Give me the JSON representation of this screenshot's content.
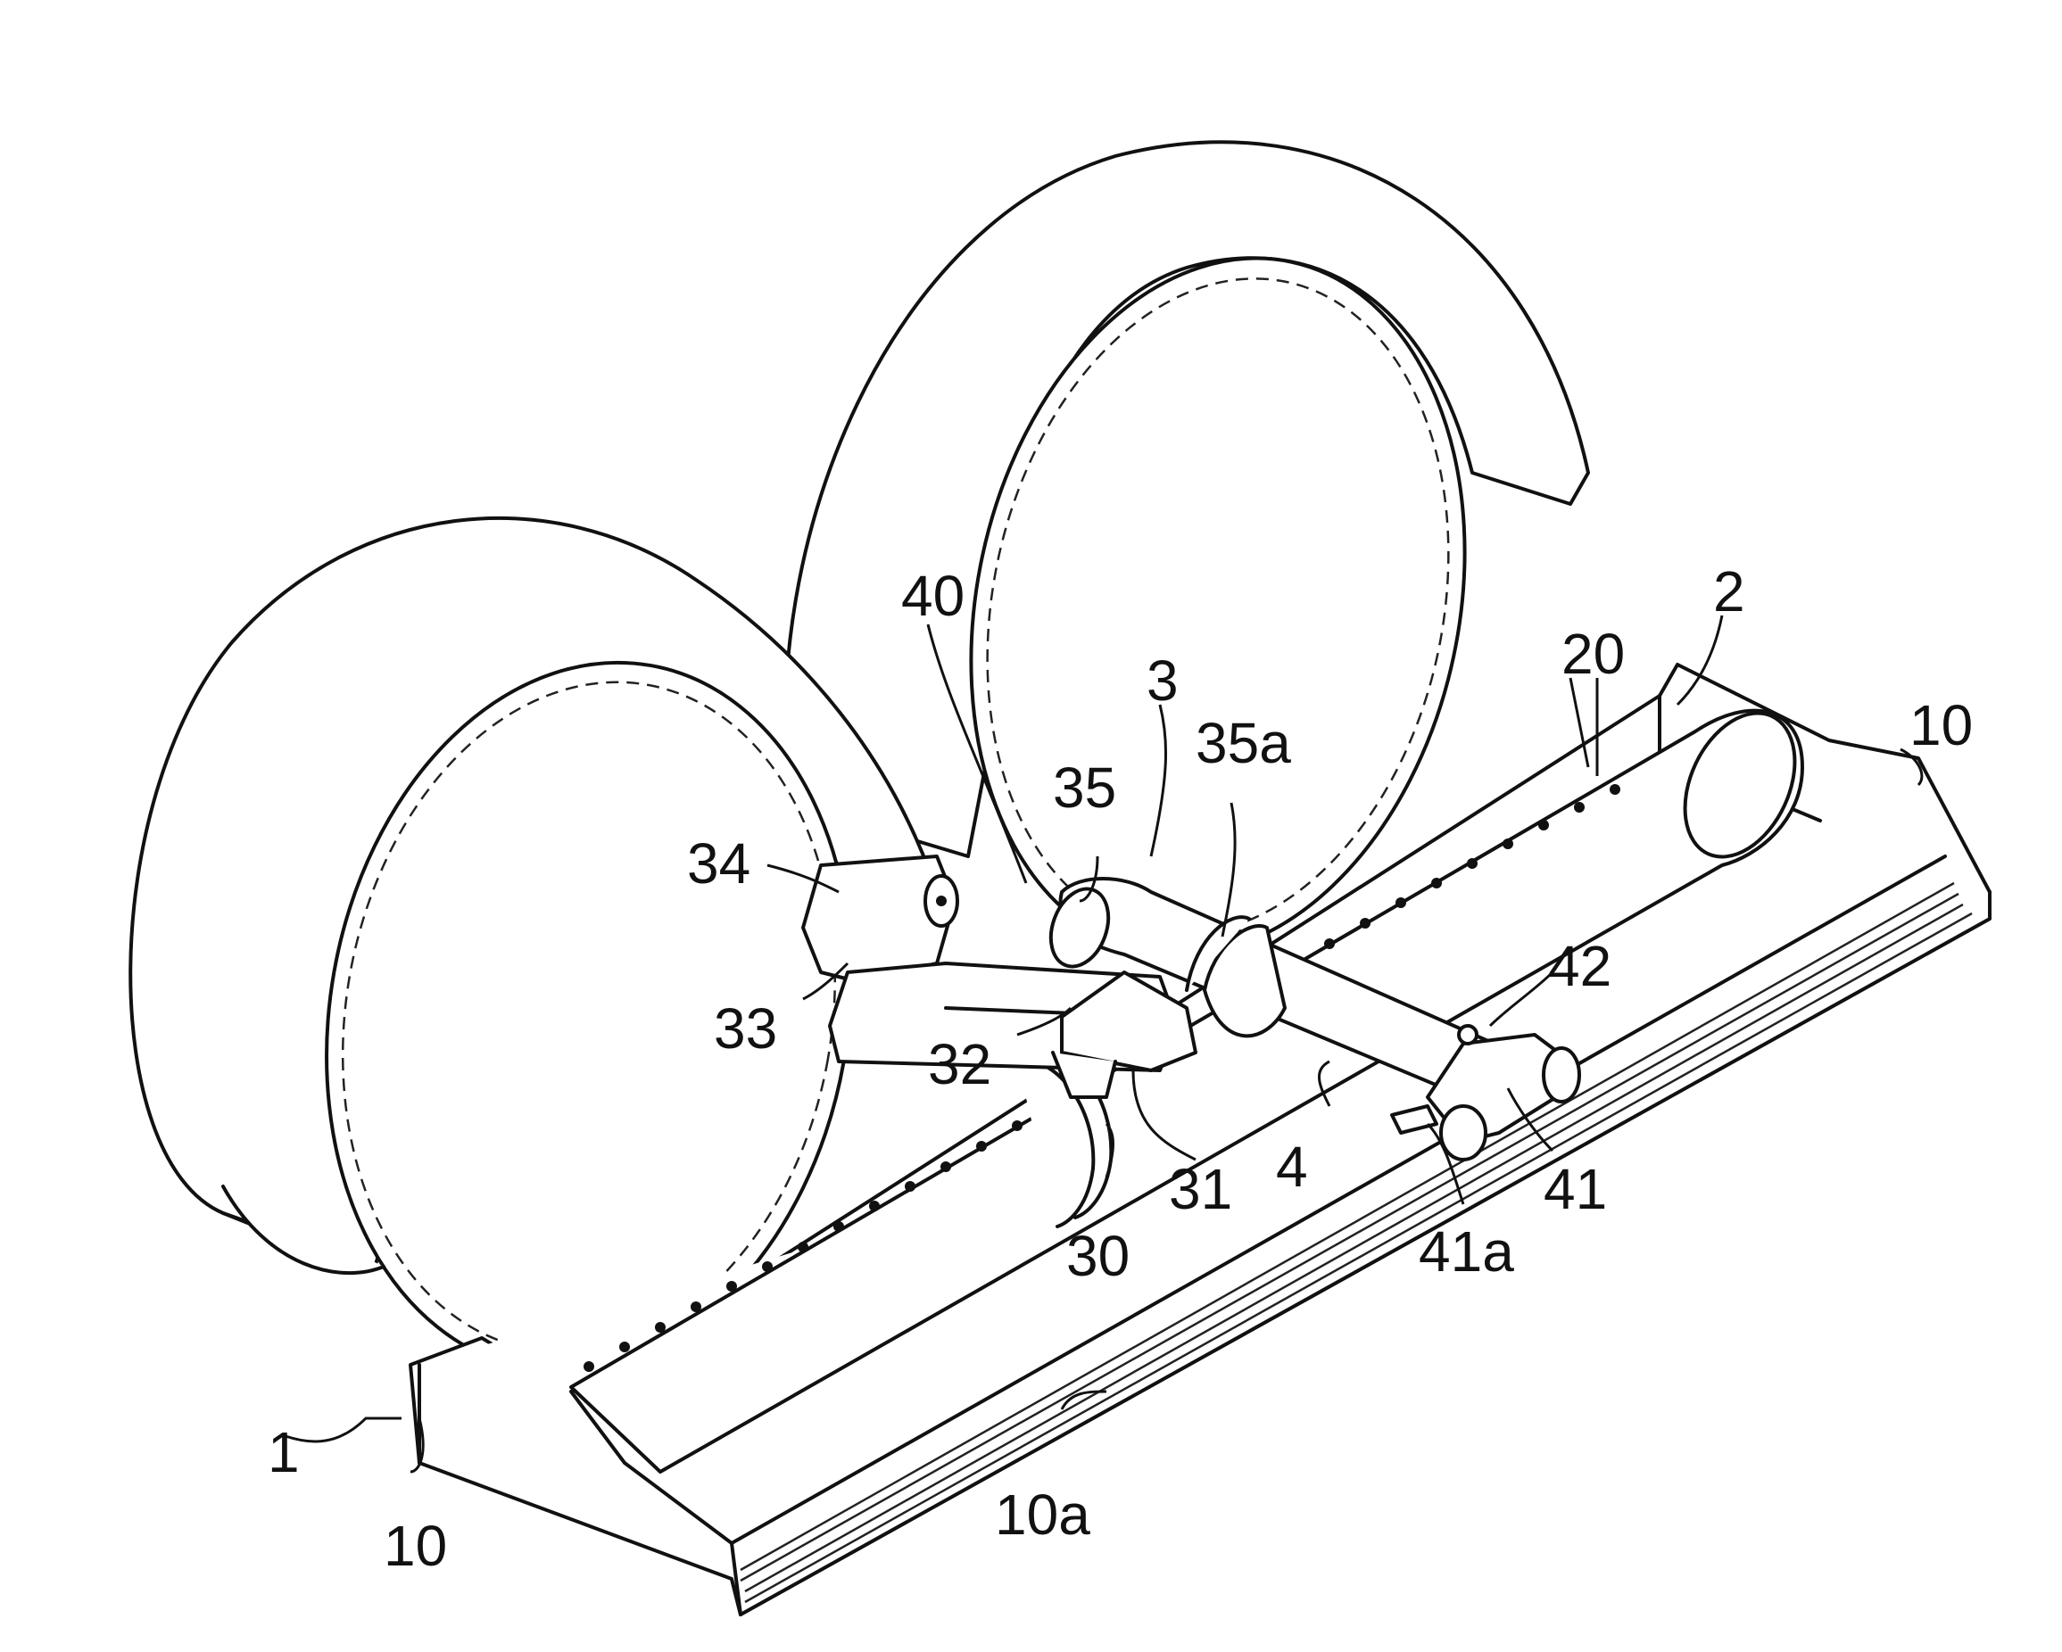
{
  "figure": {
    "reference_labels": [
      {
        "id": "l1",
        "text": "1"
      },
      {
        "id": "l2",
        "text": "2"
      },
      {
        "id": "l3",
        "text": "3"
      },
      {
        "id": "l4",
        "text": "4"
      },
      {
        "id": "l10a",
        "text": "10"
      },
      {
        "id": "l10b",
        "text": "10"
      },
      {
        "id": "l10s",
        "text": "10a"
      },
      {
        "id": "l20",
        "text": "20"
      },
      {
        "id": "l30",
        "text": "30"
      },
      {
        "id": "l31",
        "text": "31"
      },
      {
        "id": "l32",
        "text": "32"
      },
      {
        "id": "l33",
        "text": "33"
      },
      {
        "id": "l34",
        "text": "34"
      },
      {
        "id": "l35",
        "text": "35"
      },
      {
        "id": "l35a",
        "text": "35a"
      },
      {
        "id": "l40",
        "text": "40"
      },
      {
        "id": "l41",
        "text": "41"
      },
      {
        "id": "l41a",
        "text": "41a"
      },
      {
        "id": "l42",
        "text": "42"
      }
    ]
  }
}
